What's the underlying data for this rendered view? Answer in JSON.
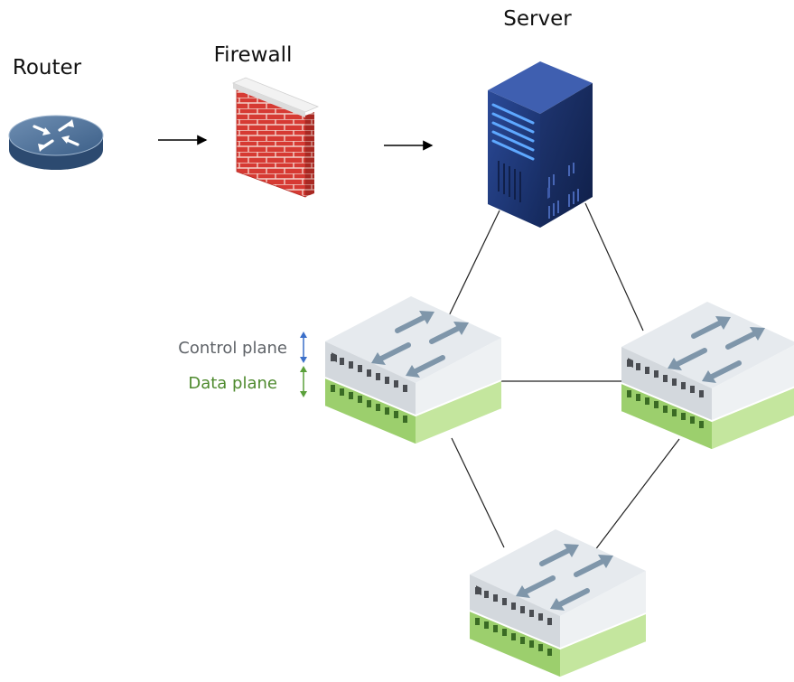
{
  "labels": {
    "router": "Router",
    "firewall": "Firewall",
    "server": "Server",
    "control_plane": "Control plane",
    "data_plane": "Data plane"
  },
  "icons": {
    "router": "router-icon",
    "firewall": "firewall-brick-icon",
    "server": "server-tower-icon",
    "switch": "network-switch-icon"
  },
  "colors": {
    "control_plane_text": "#5f6368",
    "control_plane_arrow": "#3b6fc9",
    "data_plane_text": "#4e8a2e",
    "data_plane_arrow": "#5aa03a",
    "switch_top": "#e6eaee",
    "switch_data_layer": "#b6e08c",
    "brick": "#d63a33",
    "server_body": "#243c7c",
    "router_body": "#3e5f86"
  }
}
